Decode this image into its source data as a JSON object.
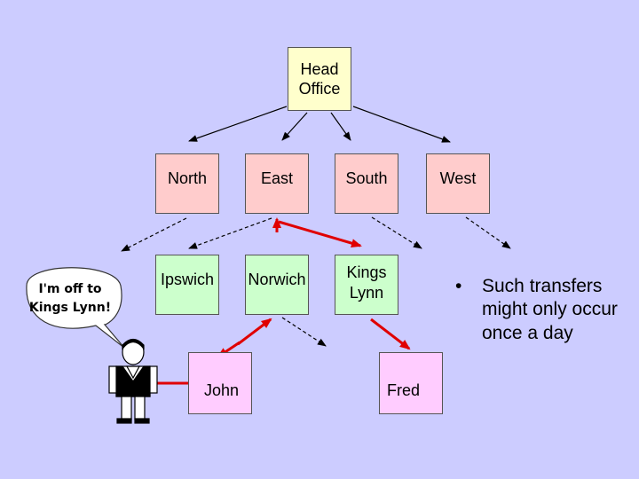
{
  "nodes": {
    "head_office": "Head Office",
    "north": "North",
    "east": "East",
    "south": "South",
    "west": "West",
    "ipswich": "Ipswich",
    "norwich": "Norwich",
    "kings_lynn": "Kings Lynn",
    "john": "John",
    "fred": "Fred"
  },
  "speech_bubble": "I'm off to Kings Lynn!",
  "bullet": {
    "marker": "•",
    "text": "Such transfers might only occur once a day"
  },
  "colors": {
    "background": "#ccccff",
    "head_office": "#ffffcc",
    "region": "#ffcccc",
    "branch": "#ccffcc",
    "person": "#ffccff",
    "transfer_arrow": "#e00000"
  }
}
